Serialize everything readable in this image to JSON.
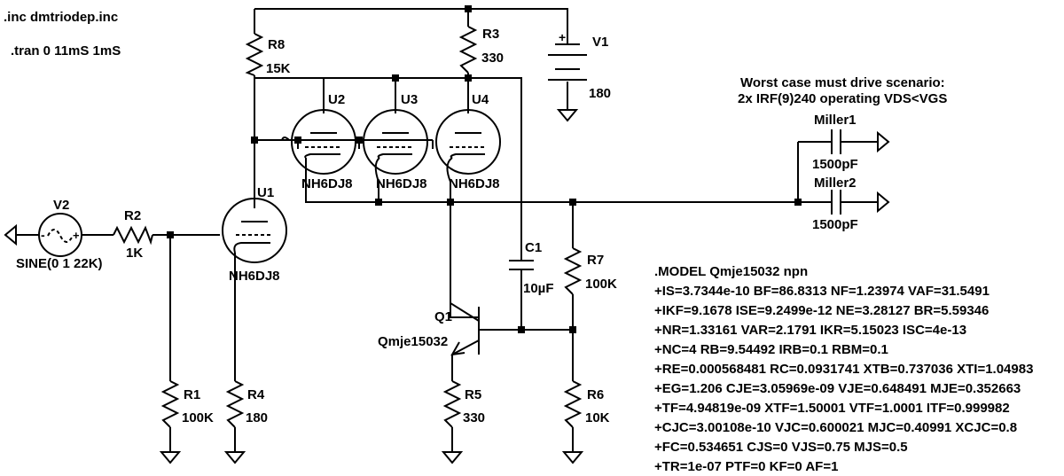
{
  "directives": {
    "include": ".inc dmtriodep.inc",
    "tran": ".tran 0 11mS 1mS"
  },
  "note": {
    "line1": "Worst case must drive scenario:",
    "line2": "2x IRF(9)240 operating VDS<VGS"
  },
  "components": {
    "V1": {
      "name": "V1",
      "value": "180"
    },
    "V2": {
      "name": "V2",
      "value": "SINE(0 1 22K)"
    },
    "R1": {
      "name": "R1",
      "value": "100K"
    },
    "R2": {
      "name": "R2",
      "value": "1K"
    },
    "R3": {
      "name": "R3",
      "value": "330"
    },
    "R4": {
      "name": "R4",
      "value": "180"
    },
    "R5": {
      "name": "R5",
      "value": "330"
    },
    "R6": {
      "name": "R6",
      "value": "10K"
    },
    "R7": {
      "name": "R7",
      "value": "100K"
    },
    "R8": {
      "name": "R8",
      "value": "15K"
    },
    "C1": {
      "name": "C1",
      "value": "10µF"
    },
    "Q1": {
      "name": "Q1",
      "value": "Qmje15032"
    },
    "U1": {
      "name": "U1",
      "value": "NH6DJ8"
    },
    "U2": {
      "name": "U2",
      "value": "NH6DJ8"
    },
    "U3": {
      "name": "U3",
      "value": "NH6DJ8"
    },
    "U4": {
      "name": "U4",
      "value": "NH6DJ8"
    },
    "Miller1": {
      "name": "Miller1",
      "value": "1500pF"
    },
    "Miller2": {
      "name": "Miller2",
      "value": "1500pF"
    },
    "V1_plus": "+",
    "V2_plus": "+",
    "V2_minus": "-"
  },
  "model": {
    "lines": [
      ".MODEL Qmje15032 npn",
      "+IS=3.7344e-10 BF=86.8313 NF=1.23974 VAF=31.5491",
      "+IKF=9.1678 ISE=9.2499e-12 NE=3.28127 BR=5.59346",
      "+NR=1.33161 VAR=2.1791 IKR=5.15023 ISC=4e-13",
      "+NC=4 RB=9.54492 IRB=0.1 RBM=0.1",
      "+RE=0.000568481 RC=0.0931741 XTB=0.737036 XTI=1.04983",
      "+EG=1.206 CJE=3.05969e-09 VJE=0.648491 MJE=0.352663",
      "+TF=4.94819e-09 XTF=1.50001 VTF=1.0001 ITF=0.999982",
      "+CJC=3.00108e-10 VJC=0.600021 MJC=0.40991 XCJC=0.8",
      "+FC=0.534651 CJS=0 VJS=0.75 MJS=0.5",
      "+TR=1e-07 PTF=0 KF=0 AF=1"
    ]
  }
}
